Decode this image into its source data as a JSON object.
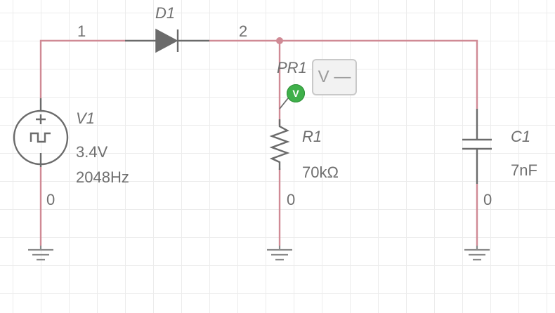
{
  "source": {
    "name": "V1",
    "amplitude": "3.4V",
    "frequency": "2048Hz",
    "symbol": "square-wave-icon"
  },
  "diode": {
    "name": "D1"
  },
  "resistor": {
    "name": "R1",
    "value": "70kΩ"
  },
  "capacitor": {
    "name": "C1",
    "value": "7nF"
  },
  "probe": {
    "name": "PR1",
    "badge": "V",
    "readout": "V —"
  },
  "nodes": {
    "n1": "1",
    "n2": "2",
    "gnd_source": "0",
    "gnd_resistor": "0",
    "gnd_capacitor": "0"
  },
  "colors": {
    "wire": "#d08a95",
    "component": "#6b6b6b",
    "probe": "#3fb04a",
    "grid": "#ececec"
  }
}
